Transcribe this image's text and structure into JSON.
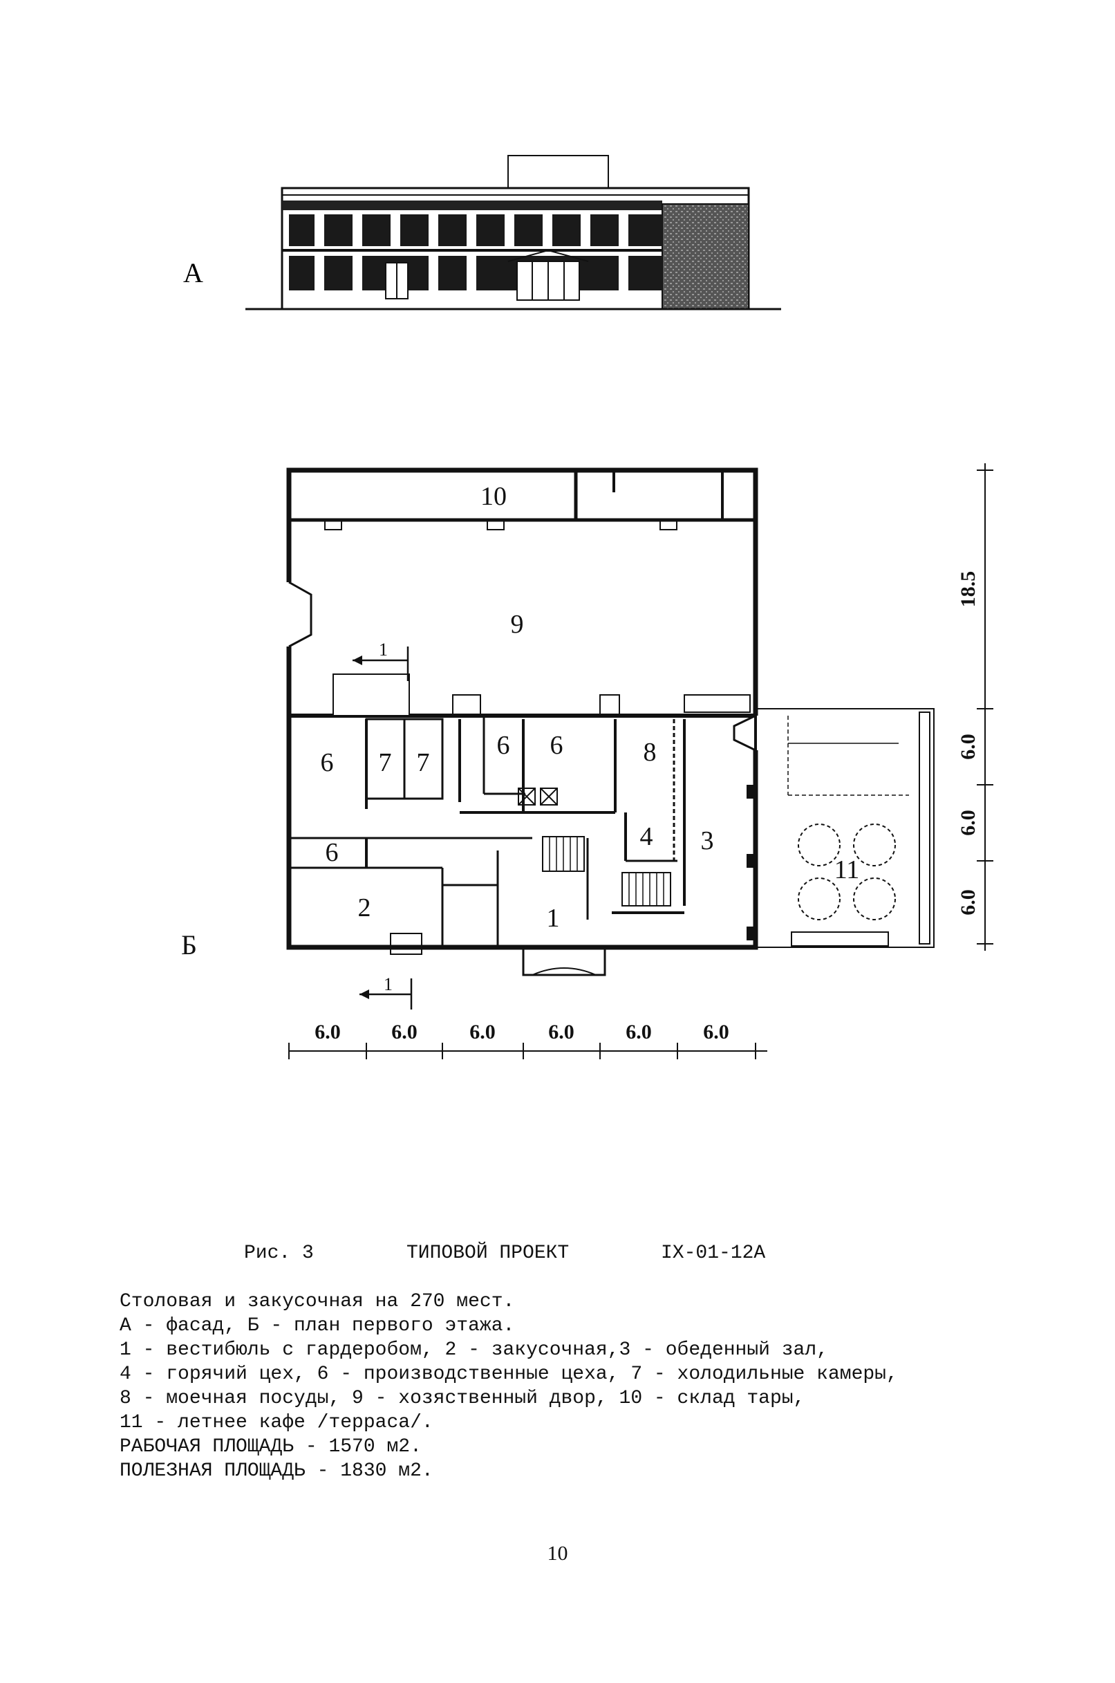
{
  "figure": {
    "label_a": "А",
    "label_b": "Б",
    "rooms": {
      "r1": "1",
      "r2": "2",
      "r3": "3",
      "r4": "4",
      "r6a": "6",
      "r6b": "6",
      "r6c": "6",
      "r6d": "6",
      "r7a": "7",
      "r7b": "7",
      "r8": "8",
      "r9": "9",
      "r10": "10",
      "r11": "11"
    },
    "section_mark": "1",
    "dims_bottom": [
      "6.0",
      "6.0",
      "6.0",
      "6.0",
      "6.0",
      "6.0"
    ],
    "dim_total": "18.5",
    "dims_right": [
      "6.0",
      "6.0",
      "6.0"
    ]
  },
  "caption": {
    "fig_no": "Рис. 3",
    "project": "ТИПОВОЙ ПРОЕКТ",
    "code": "IX-01-12А",
    "lines": [
      "Столовая и закусочная на 270 мест.",
      "А - фасад, Б - план первого этажа.",
      "1 - вестибюль с гардеробом, 2 - закусочная,3 - обеденный зал,",
      "4 - горячий цех, 6 - производственные цеха, 7 - холодильные камеры,",
      "8 - моечная посуды, 9 - хозяственный двор, 10 - склад тары,",
      "11 - летнее кафе /терраса/.",
      "РАБОЧАЯ ПЛОЩАДЬ - 1570 м2.",
      "ПОЛЕЗНАЯ ПЛОЩАДЬ - 1830 м2."
    ]
  },
  "page_number": "10"
}
